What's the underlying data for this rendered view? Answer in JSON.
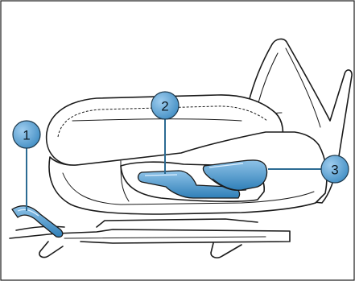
{
  "callouts": [
    {
      "id": "1",
      "label": "1"
    },
    {
      "id": "2",
      "label": "2"
    },
    {
      "id": "3",
      "label": "3"
    }
  ],
  "colors": {
    "callout_fill": "#5fa7d6",
    "control_fill": "#3d8cc4",
    "control_highlight": "#8fc3e8",
    "leader": "#2c6b93",
    "frame": "#1a1a1a"
  }
}
